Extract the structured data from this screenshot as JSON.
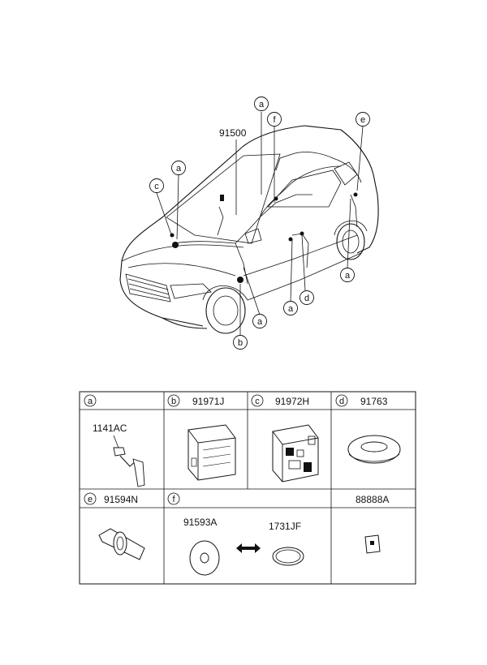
{
  "callouts": {
    "main_part": "91500",
    "letters": [
      "a",
      "b",
      "c",
      "d",
      "e",
      "f"
    ]
  },
  "table": {
    "row1": [
      {
        "letter": "a",
        "part": ""
      },
      {
        "letter": "b",
        "part": "91971J"
      },
      {
        "letter": "c",
        "part": "91972H"
      },
      {
        "letter": "d",
        "part": "91763"
      }
    ],
    "row2": [
      {
        "letter": "e",
        "part": "91594N"
      },
      {
        "letter": "f",
        "part": ""
      },
      {
        "letter": "",
        "part": "88888A"
      }
    ],
    "a_part": "1141AC",
    "f_part_left": "91593A",
    "f_part_right": "1731JF"
  }
}
